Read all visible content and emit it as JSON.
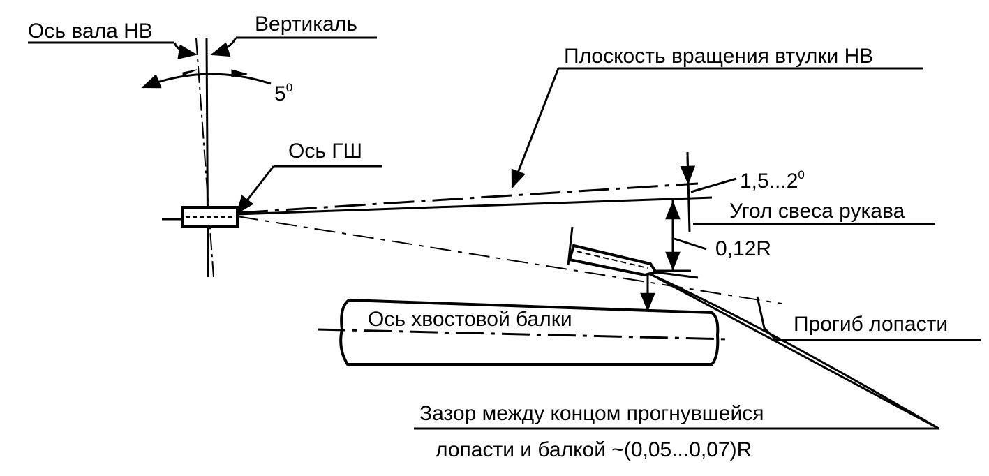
{
  "labels": {
    "hub_shaft_axis": "Ось вала НВ",
    "vertical": "Вертикаль",
    "hub_rotation_plane": "Плоскость вращения втулки НВ",
    "tilt_angle": "5",
    "tilt_angle_unit": "0",
    "horizontal_hinge_axis": "Ось ГШ",
    "cone_angle": "1,5...2",
    "cone_angle_unit": "0",
    "arm_droop_angle": "Угол свеса рукава",
    "droop_value": "0,12R",
    "tail_boom_axis": "Ось хвостовой балки",
    "blade_deflection": "Прогиб лопасти",
    "clearance_line1": "Зазор между концом прогнувшейся",
    "clearance_line2": "лопасти и балкой ~(0,05...0,07)R"
  }
}
